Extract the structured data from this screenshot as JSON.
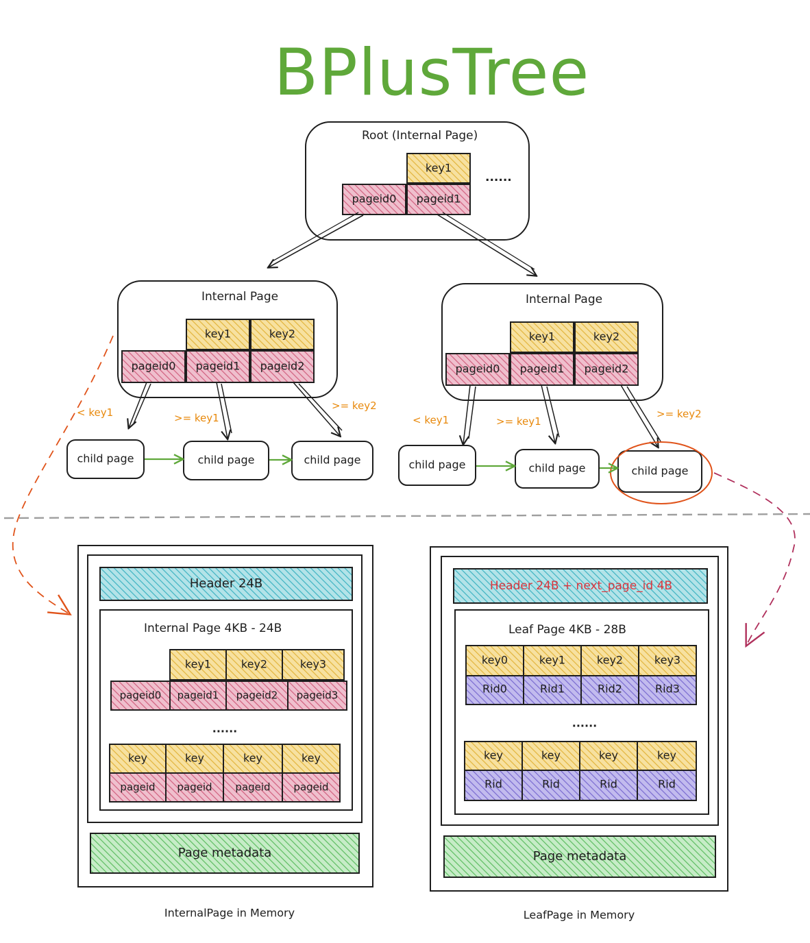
{
  "title": "BPlusTree",
  "root": {
    "label": "Root (Internal Page)",
    "keys": [
      "key1"
    ],
    "pageids": [
      "pageid0",
      "pageid1"
    ],
    "ellipsis": "......"
  },
  "internal_pages": [
    {
      "label": "Internal Page",
      "keys": [
        "key1",
        "key2"
      ],
      "pageids": [
        "pageid0",
        "pageid1",
        "pageid2"
      ],
      "conditions": [
        "< key1",
        ">= key1",
        ">= key2"
      ],
      "children": [
        "child page",
        "child page",
        "child page"
      ]
    },
    {
      "label": "Internal Page",
      "keys": [
        "key1",
        "key2"
      ],
      "pageids": [
        "pageid0",
        "pageid1",
        "pageid2"
      ],
      "conditions": [
        "< key1",
        ">= key1",
        ">= key2"
      ],
      "children": [
        "child page",
        "child page",
        "child page"
      ]
    }
  ],
  "internal_memory": {
    "header": "Header 24B",
    "body_title": "Internal Page 4KB - 24B",
    "row1_keys": [
      "key1",
      "key2",
      "key3"
    ],
    "row1_pageids": [
      "pageid0",
      "pageid1",
      "pageid2",
      "pageid3"
    ],
    "ellipsis": "......",
    "row2_keys": [
      "key",
      "key",
      "key",
      "key"
    ],
    "row2_pageids": [
      "pageid",
      "pageid",
      "pageid",
      "pageid"
    ],
    "metadata": "Page metadata",
    "caption": "InternalPage in Memory"
  },
  "leaf_memory": {
    "header": "Header 24B + next_page_id 4B",
    "body_title": "Leaf Page 4KB - 28B",
    "row1_keys": [
      "key0",
      "key1",
      "key2",
      "key3"
    ],
    "row1_rids": [
      "Rid0",
      "Rid1",
      "Rid2",
      "Rid3"
    ],
    "ellipsis": "......",
    "row2_keys": [
      "key",
      "key",
      "key",
      "key"
    ],
    "row2_rids": [
      "Rid",
      "Rid",
      "Rid",
      "Rid"
    ],
    "metadata": "Page metadata",
    "caption": "LeafPage in Memory"
  },
  "colors": {
    "title": "#5fa83a",
    "key_fill": "#f5d98a",
    "pageid_fill": "#e6a4b9",
    "rid_fill": "#a9a0e2",
    "header_fill": "#8fd4dc",
    "metadata_fill": "#a5dfa6",
    "condition_text": "#e8890c",
    "leaf_header_text": "#d9363e",
    "highlight_circle": "#e0531a",
    "dashed_arrow_left": "#e0531a",
    "dashed_arrow_right": "#b0305c",
    "sibling_arrow": "#5fa83a",
    "divider": "#9e9e9e"
  },
  "icons": {
    "tree_arrow": "arrow-down-icon",
    "sibling_arrow": "arrow-right-icon",
    "memory_arrow": "dashed-arrow-icon"
  }
}
